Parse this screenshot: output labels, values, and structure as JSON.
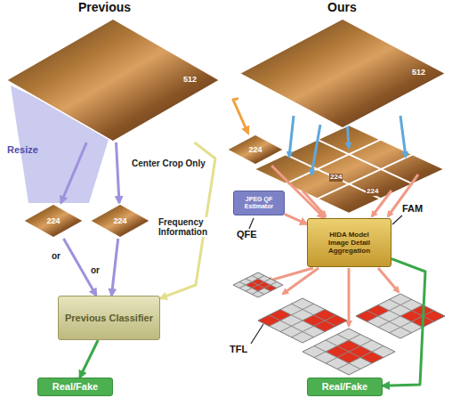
{
  "diagram": {
    "nodes": [
      {
        "text": [
          "512"
        ]
      },
      {
        "text": [
          "224"
        ]
      },
      {
        "text": [
          "224"
        ]
      },
      {
        "text": [
          "Previous Classifier"
        ]
      },
      {
        "text": [
          "Real/Fake"
        ]
      },
      {
        "text": [
          "512"
        ]
      },
      {
        "text": [
          "224"
        ]
      },
      {
        "text": [
          "JPEG QF Estimator"
        ]
      },
      {
        "text": [
          "HIDA Model",
          "Image Detail Aggregation"
        ]
      },
      {
        "text": [
          "Real/Fake"
        ]
      }
    ],
    "edges": [
      {
        "from": 0,
        "to": 1,
        "arrow": "to"
      },
      {
        "from": 0,
        "to": 2,
        "arrow": "to"
      },
      {
        "from": 1,
        "to": 3,
        "arrow": "to"
      },
      {
        "from": 2,
        "to": 3,
        "arrow": "to"
      },
      {
        "from": 0,
        "to": 3,
        "label": "Frequency Information",
        "arrow": "to"
      },
      {
        "from": 3,
        "to": 4,
        "arrow": "to"
      },
      {
        "from": 5,
        "to": 6,
        "arrow": "to"
      },
      {
        "from": 6,
        "to": 8,
        "arrow": "to"
      },
      {
        "from": 7,
        "to": 8,
        "arrow": "to"
      },
      {
        "from": 8,
        "to": 9,
        "arrow": "to"
      }
    ],
    "labels": [
      "Previous",
      "Ours",
      "Resize",
      "Center Crop Only",
      "or",
      "or",
      "224",
      "224",
      "QFE",
      "FAM",
      "TFL"
    ]
  }
}
